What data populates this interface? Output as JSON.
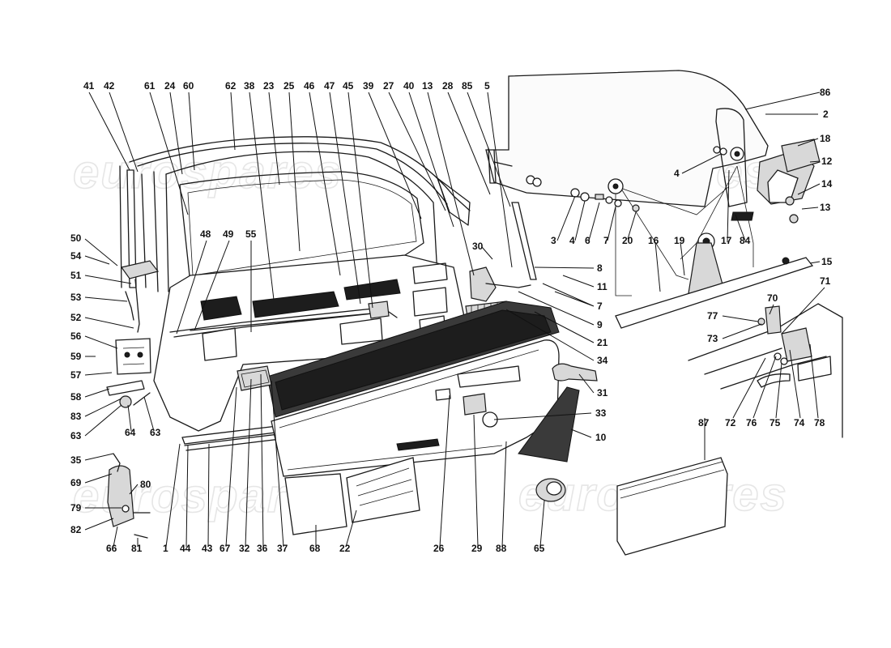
{
  "watermark": {
    "text": "eurospares"
  },
  "labels": [
    "41",
    "42",
    "61",
    "24",
    "60",
    "62",
    "38",
    "23",
    "25",
    "46",
    "47",
    "45",
    "39",
    "27",
    "40",
    "13",
    "28",
    "85",
    "5",
    "86",
    "2",
    "18",
    "12",
    "14",
    "13",
    "4",
    "3",
    "4",
    "6",
    "7",
    "20",
    "84",
    "16",
    "19",
    "17",
    "15",
    "30",
    "8",
    "11",
    "7",
    "9",
    "21",
    "34",
    "31",
    "50",
    "54",
    "51",
    "53",
    "52",
    "56",
    "59",
    "57",
    "58",
    "83",
    "63",
    "64",
    "63",
    "48",
    "49",
    "55",
    "71",
    "70",
    "77",
    "73",
    "72",
    "76",
    "75",
    "74",
    "78",
    "33",
    "10",
    "87",
    "35",
    "69",
    "80",
    "79",
    "82",
    "66",
    "81",
    "1",
    "44",
    "43",
    "67",
    "32",
    "36",
    "37",
    "68",
    "22",
    "26",
    "29",
    "88",
    "65"
  ]
}
